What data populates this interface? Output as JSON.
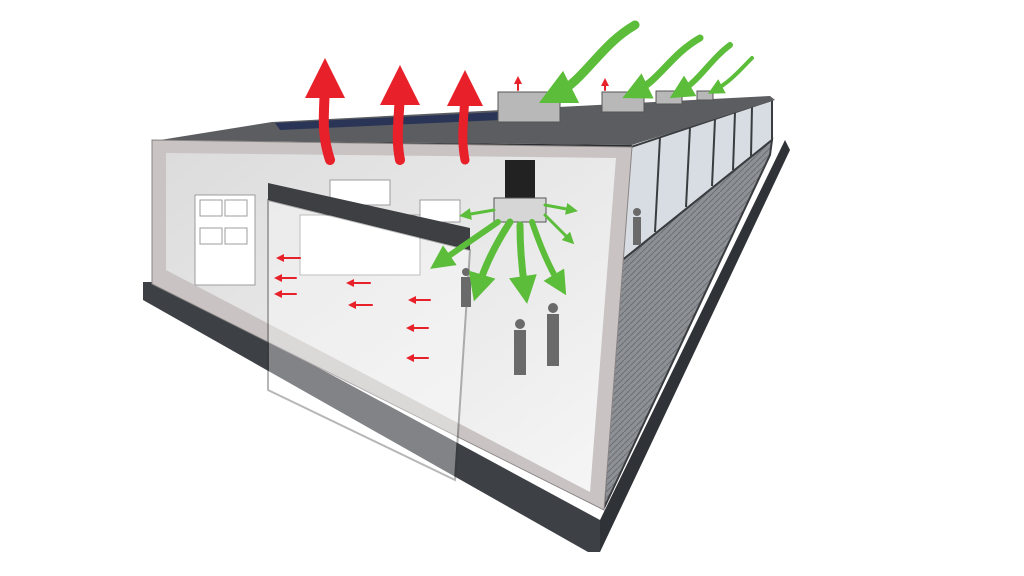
{
  "illustration": {
    "subject": "warehouse-ventilation-cutaway",
    "colors": {
      "background": "#ffffff",
      "frame": "#c9c3c4",
      "roof": "#5b5d60",
      "base": "#3d4146",
      "interior": "#ececec",
      "hot_air_arrow": "#e8202a",
      "fresh_air_arrow": "#5bbd3a",
      "glass": "#d7dde2"
    },
    "elements": [
      "roof",
      "roof-cooling-units",
      "front-cutaway-frame",
      "side-glass-wall",
      "side-mesh-wall",
      "base-slab",
      "interior-racks",
      "air-curtain",
      "workers",
      "exhaust-arrows",
      "fresh-air-arrows"
    ]
  }
}
